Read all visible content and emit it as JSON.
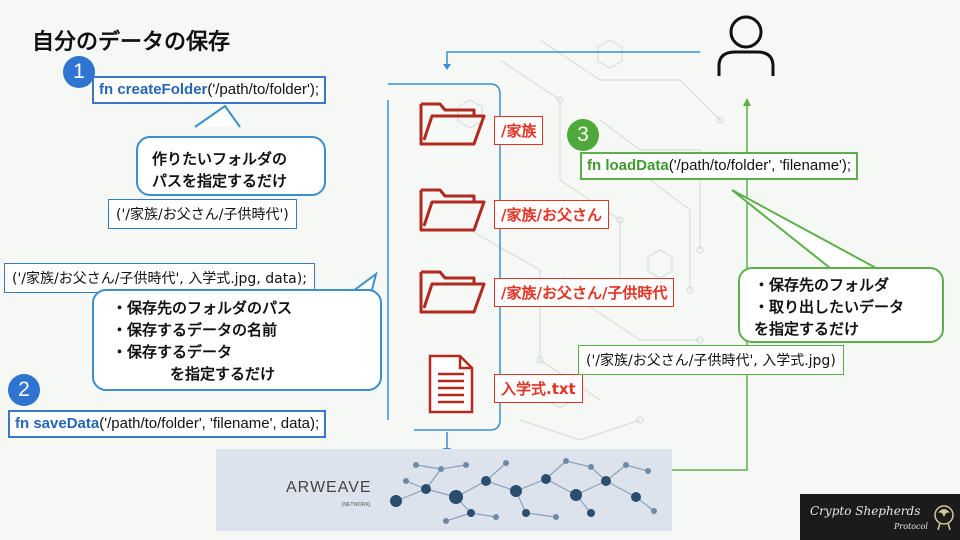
{
  "title": "自分のデータの保存",
  "steps": [
    {
      "number": "1",
      "fn_keyword": "fn",
      "fn_name": "createFolder",
      "fn_args": "('/path/to/folder');"
    },
    {
      "number": "2",
      "fn_keyword": "fn",
      "fn_name": "saveData",
      "fn_args": "('/path/to/folder', 'filename', data);"
    },
    {
      "number": "3",
      "fn_keyword": "fn",
      "fn_name": "loadData",
      "fn_args": "('/path/to/folder', 'filename');"
    }
  ],
  "callouts": {
    "create": [
      "作りたいフォルダの",
      "パスを指定するだけ"
    ],
    "save": [
      "・保存先のフォルダのパス",
      "・保存するデータの名前",
      "・保存するデータ",
      "を指定するだけ"
    ],
    "load": [
      "・保存先のフォルダ",
      "・取り出したいデータ",
      "を指定するだけ"
    ]
  },
  "params": {
    "create": "('/家族/お父さん/子供時代')",
    "save": "('/家族/お父さん/子供時代', 入学式.jpg, data);",
    "load": "('/家族/お父さん/子供時代', 入学式.jpg)"
  },
  "folders": [
    "/家族",
    "/家族/お父さん",
    "/家族/お父さん/子供時代"
  ],
  "file_label": "入学式.txt",
  "arweave": {
    "name": "ARWEAVE",
    "sub": "[NETWORK]"
  },
  "badge": {
    "title": "Crypto Shepherds",
    "sub": "Protocol"
  },
  "colors": {
    "blue": "#3b78c4",
    "green": "#5cb049",
    "red": "#e53224",
    "step_badge_blue": "#2f74d0",
    "step_badge_green": "#4ea83a"
  },
  "icons": [
    "user-icon",
    "folder-icon",
    "document-icon",
    "network-graph-icon",
    "shepherd-logo-icon"
  ]
}
